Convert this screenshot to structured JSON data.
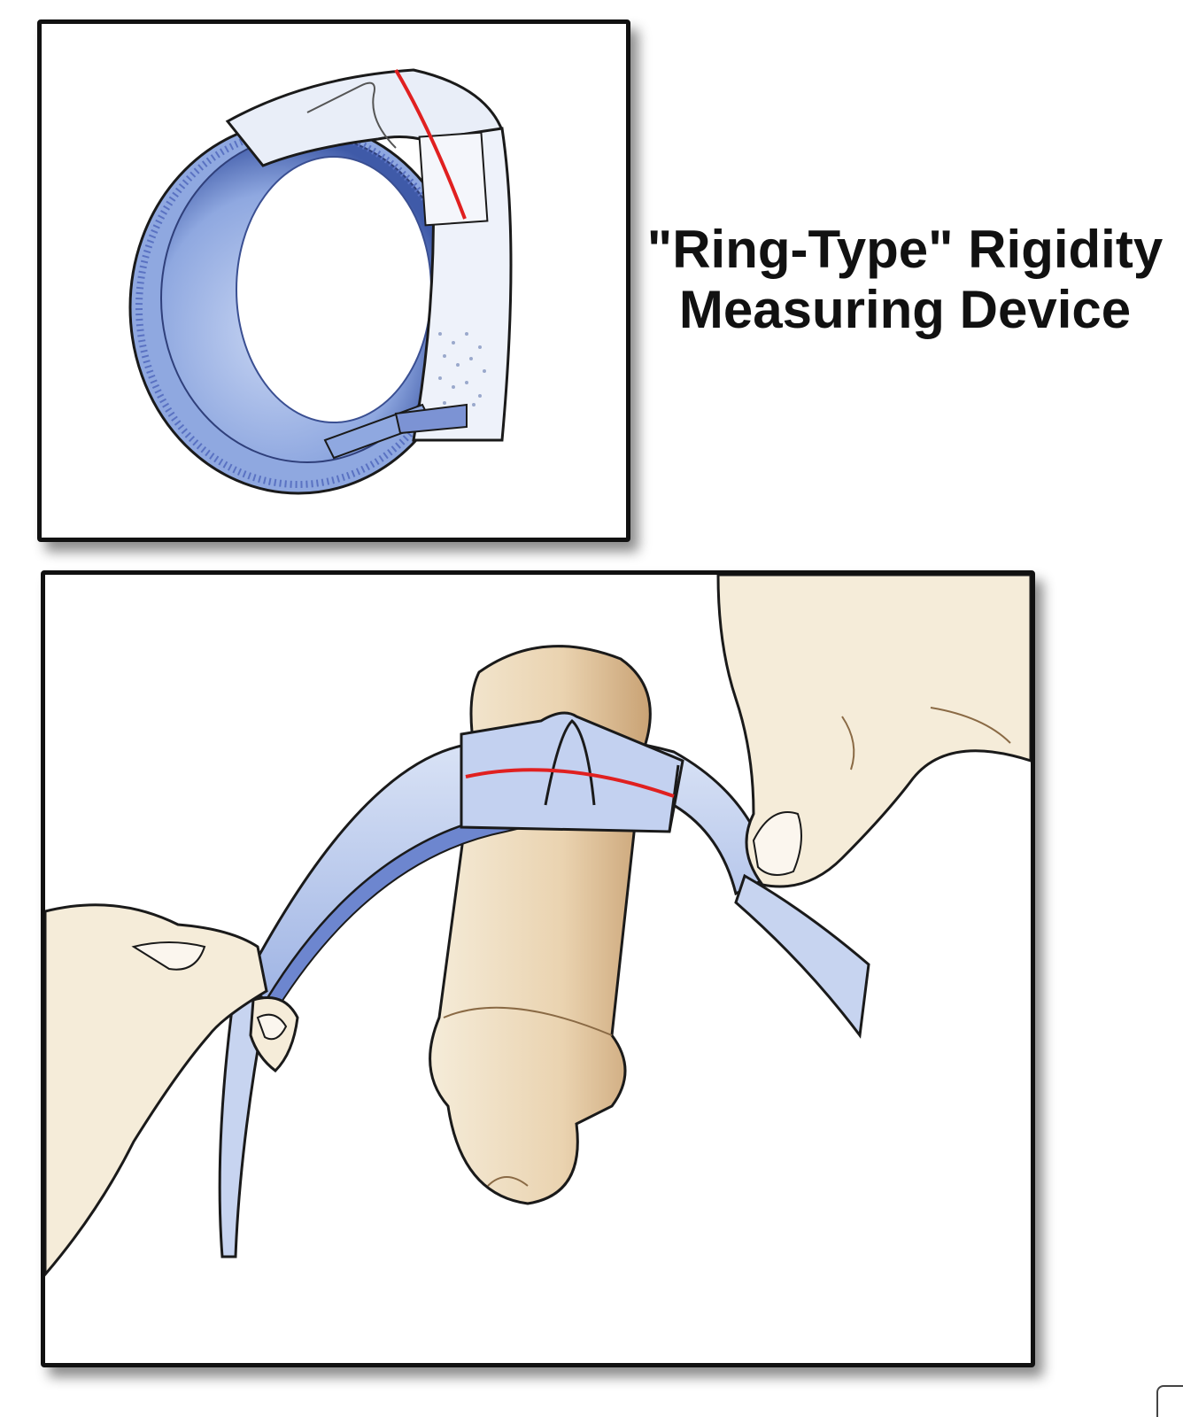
{
  "title": {
    "line1": "\"Ring-Type\" Rigidity",
    "line2": "Measuring Device"
  },
  "colors": {
    "band_blue": "#8fa8e0",
    "band_dark_blue": "#4d68b8",
    "band_light": "#d9e3f7",
    "indicator_red": "#e02020",
    "skin": "#f3e6cf",
    "skin_shade": "#d9b990",
    "outline": "#1a1a1a"
  },
  "icons": {
    "ring_device": "ring-device-illustration",
    "applied_device": "device-on-shaft-illustration",
    "corner_mark": "corner-badge-icon"
  }
}
